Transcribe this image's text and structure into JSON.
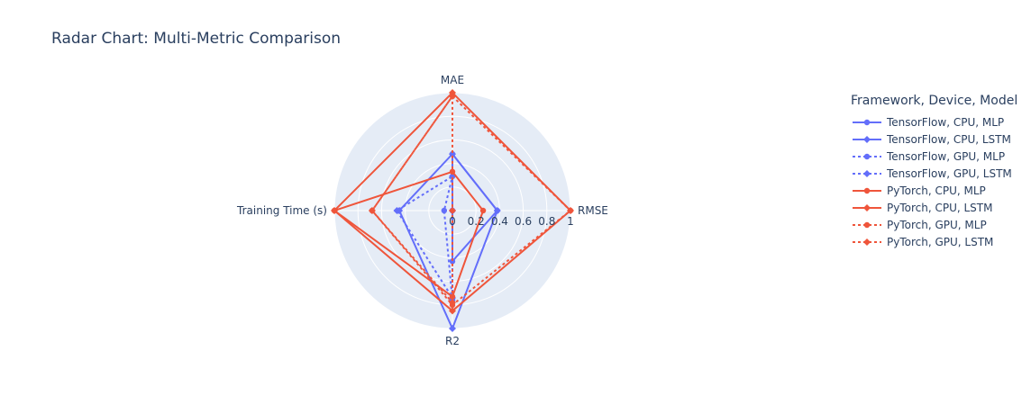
{
  "chart_data": {
    "type": "radar",
    "title": "Radar Chart: Multi-Metric Comparison",
    "axes": [
      "MAE",
      "RMSE",
      "R2",
      "Training Time (s)"
    ],
    "radial_range": [
      0,
      1
    ],
    "radial_ticks": [
      "0",
      "0.2",
      "0.4",
      "0.6",
      "0.8",
      "1"
    ],
    "legend_title": "Framework, Device, Model",
    "legend_position": "right",
    "series": [
      {
        "name": "TensorFlow, CPU, MLP",
        "color": "#636efa",
        "dash": "solid",
        "marker": "circle",
        "values": [
          0.48,
          0.38,
          0.43,
          0.0
        ]
      },
      {
        "name": "TensorFlow, CPU, LSTM",
        "color": "#636efa",
        "dash": "solid",
        "marker": "diamond",
        "values": [
          0.48,
          0.38,
          1.0,
          0.45
        ]
      },
      {
        "name": "TensorFlow, GPU, MLP",
        "color": "#636efa",
        "dash": "dot",
        "marker": "circle",
        "values": [
          0.29,
          0.0,
          0.76,
          0.07
        ]
      },
      {
        "name": "TensorFlow, GPU, LSTM",
        "color": "#636efa",
        "dash": "dot",
        "marker": "diamond",
        "values": [
          0.29,
          0.0,
          0.74,
          0.47
        ]
      },
      {
        "name": "PyTorch, CPU, MLP",
        "color": "#ef553b",
        "dash": "solid",
        "marker": "circle",
        "values": [
          0.33,
          0.26,
          0.73,
          1.0
        ]
      },
      {
        "name": "PyTorch, CPU, LSTM",
        "color": "#ef553b",
        "dash": "solid",
        "marker": "diamond",
        "values": [
          1.0,
          1.0,
          0.85,
          1.0
        ]
      },
      {
        "name": "PyTorch, GPU, MLP",
        "color": "#ef553b",
        "dash": "dot",
        "marker": "circle",
        "values": [
          0.97,
          1.0,
          0.8,
          0.68
        ]
      },
      {
        "name": "PyTorch, GPU, LSTM",
        "color": "#ef553b",
        "dash": "dot",
        "marker": "diamond",
        "values": [
          0.97,
          0.0,
          0.78,
          0.68
        ]
      }
    ]
  }
}
